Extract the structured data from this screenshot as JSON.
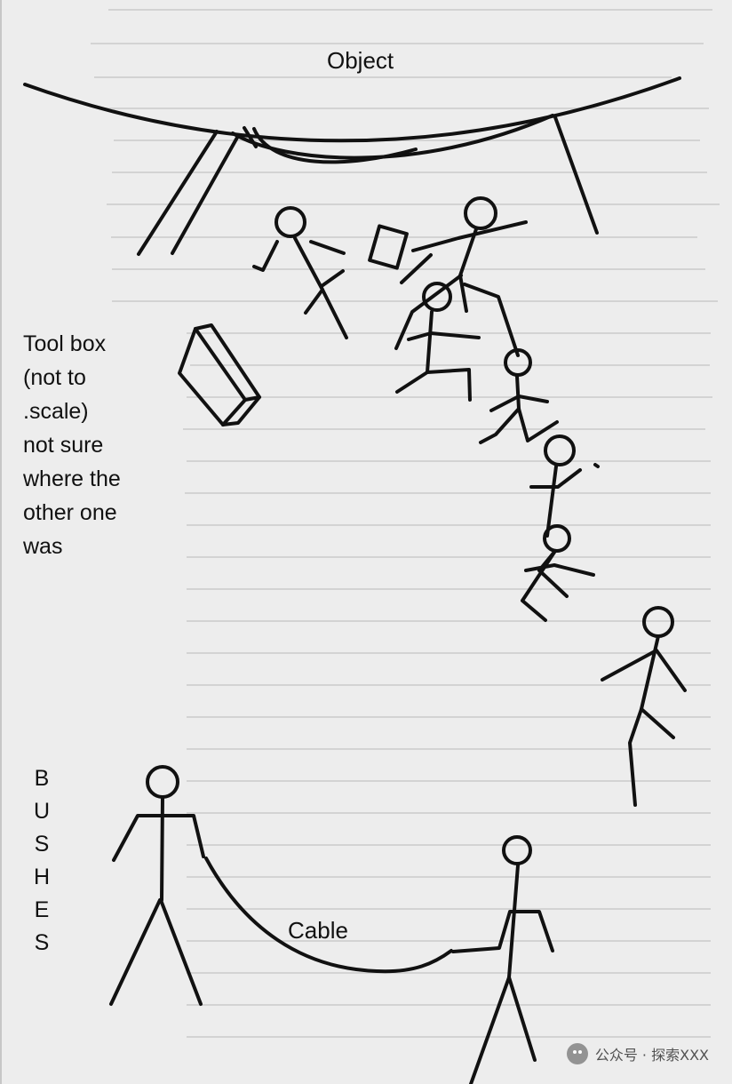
{
  "labels": {
    "object": "Object",
    "toolbox": [
      "Tool box",
      "(not to",
      ".scale)",
      "not sure",
      "where the",
      "other one",
      "was"
    ],
    "bushes": [
      "B",
      "U",
      "S",
      "H",
      "E",
      "S"
    ],
    "cable": "Cable"
  },
  "watermark": {
    "text": "公众号 · 探索XXX",
    "icon": "wechat-icon"
  }
}
